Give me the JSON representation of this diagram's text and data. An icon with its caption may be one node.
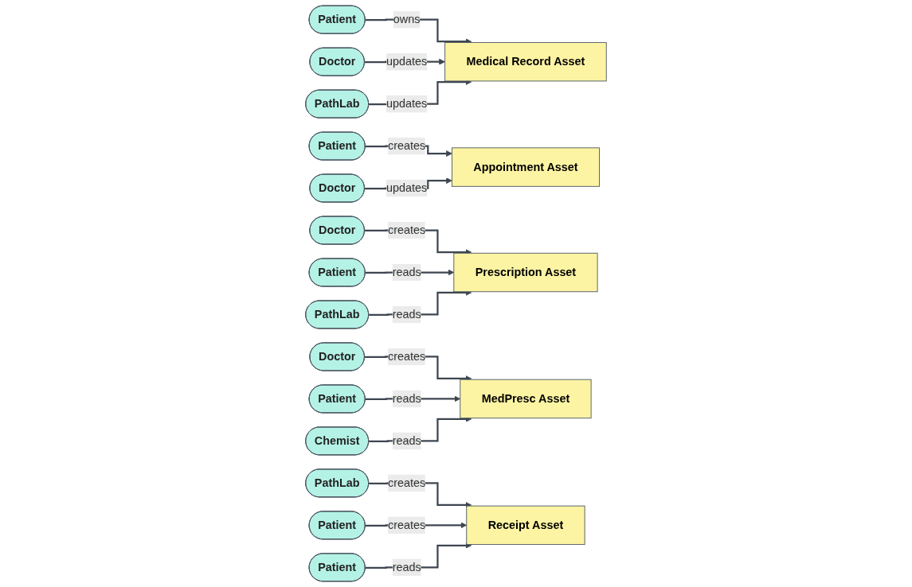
{
  "diagram": {
    "nodes": [
      {
        "text": [
          "Patient"
        ]
      },
      {
        "text": [
          "Medical Record Asset"
        ]
      },
      {
        "text": [
          "Doctor"
        ]
      },
      {
        "text": [
          "PathLab"
        ]
      },
      {
        "text": [
          "Patient"
        ]
      },
      {
        "text": [
          "Appointment Asset"
        ]
      },
      {
        "text": [
          "Doctor"
        ]
      },
      {
        "text": [
          "Doctor"
        ]
      },
      {
        "text": [
          "Prescription Asset"
        ]
      },
      {
        "text": [
          "Patient"
        ]
      },
      {
        "text": [
          "PathLab"
        ]
      },
      {
        "text": [
          "Doctor"
        ]
      },
      {
        "text": [
          "MedPresc Asset"
        ]
      },
      {
        "text": [
          "Patient"
        ]
      },
      {
        "text": [
          "Chemist"
        ]
      },
      {
        "text": [
          "PathLab"
        ]
      },
      {
        "text": [
          "Patient"
        ]
      },
      {
        "text": [
          "Receipt Asset"
        ]
      },
      {
        "text": [
          "Patient"
        ]
      }
    ],
    "edges": [
      {
        "from": 0,
        "to": 1,
        "label": "owns",
        "arrow": "to"
      },
      {
        "from": 2,
        "to": 1,
        "label": "updates",
        "arrow": "to"
      },
      {
        "from": 3,
        "to": 1,
        "label": "updates",
        "arrow": "to"
      },
      {
        "from": 4,
        "to": 5,
        "label": "creates",
        "arrow": "to"
      },
      {
        "from": 6,
        "to": 5,
        "label": "updates",
        "arrow": "to"
      },
      {
        "from": 7,
        "to": 8,
        "label": "creates",
        "arrow": "to"
      },
      {
        "from": 9,
        "to": 8,
        "label": "reads",
        "arrow": "to"
      },
      {
        "from": 10,
        "to": 8,
        "label": "reads",
        "arrow": "to"
      },
      {
        "from": 11,
        "to": 12,
        "label": "creates",
        "arrow": "to"
      },
      {
        "from": 13,
        "to": 12,
        "label": "reads",
        "arrow": "to"
      },
      {
        "from": 14,
        "to": 12,
        "label": "reads",
        "arrow": "to"
      },
      {
        "from": 15,
        "to": 17,
        "label": "creates",
        "arrow": "to"
      },
      {
        "from": 16,
        "to": 17,
        "label": "creates",
        "arrow": "to"
      },
      {
        "from": 18,
        "to": 17,
        "label": "reads",
        "arrow": "to"
      }
    ]
  }
}
